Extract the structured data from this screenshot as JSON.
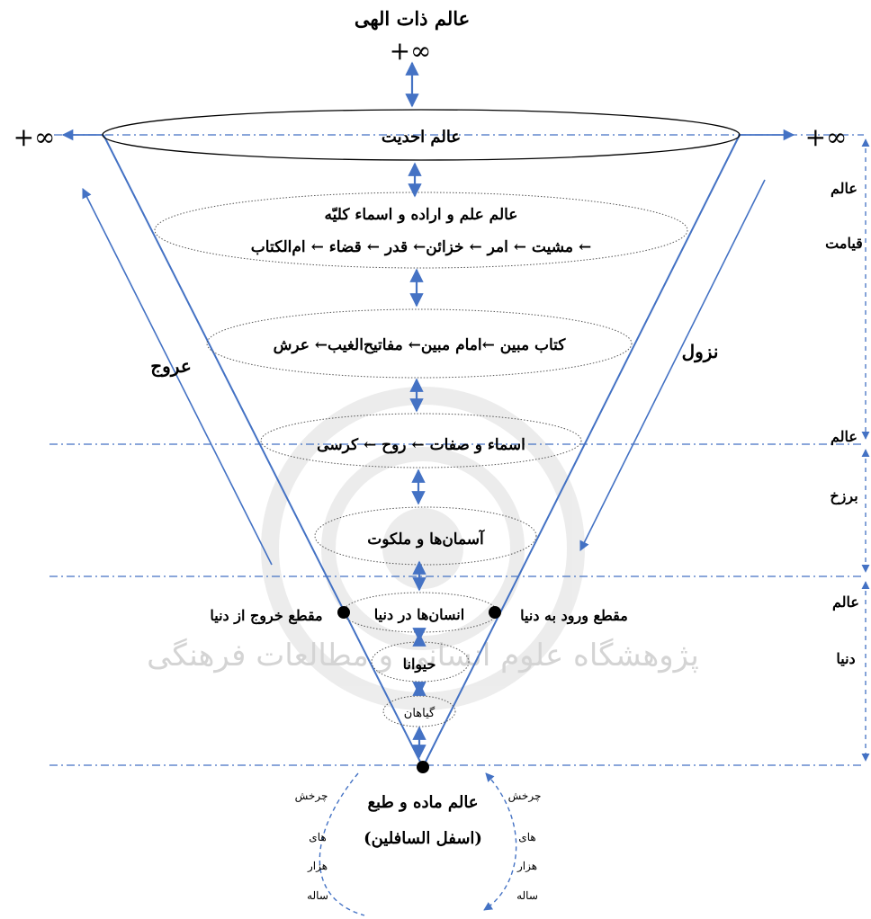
{
  "top": {
    "title": "عالم ذات الهی",
    "infinity": "+∞"
  },
  "ends": {
    "left_inf": "+∞",
    "right_inf": "+∞"
  },
  "levels": {
    "ahadiyat": "عالم احدیت",
    "elm_title": "عالم علم و اراده و اسماء کلیّه",
    "elm_chain": "مشیت ← امر ← خزائن←  قدر ← قضاء ← ام‌الکتاب ←",
    "ketab": "کتاب مبین ←امام مبین← مفاتیح‌الغیب← عرش",
    "asma": "اسماء و صفات ← روح ← کرسی",
    "asmanha": "آسمان‌ها و ملکوت",
    "ensanha": "انسان‌ها در دنیا",
    "heyvana": "حیوانا",
    "giahan": "گیاهان"
  },
  "paths": {
    "oruj": "عروج",
    "nozul": "نزول"
  },
  "points": {
    "entry": "مقطع ورود به دنیا",
    "exit": "مقطع خروج از دنیا"
  },
  "zones": {
    "qiyamat": [
      "عالم",
      "قیامت"
    ],
    "barzakh": [
      "عالم",
      "برزخ"
    ],
    "donya": [
      "عالم",
      "دنیا"
    ]
  },
  "bottom": {
    "line1": "عالم ماده و طبع",
    "line2": "(اسفل السافلین)",
    "cycle_left": [
      "چرخش",
      "های",
      "هزار",
      "ساله"
    ],
    "cycle_right": [
      "چرخش",
      "های",
      "هزار",
      "ساله"
    ]
  },
  "watermark": "پژوهشگاه علوم انسانی و مطالعات فرهنگی",
  "colors": {
    "accent": "#4472C4",
    "line": "#000000",
    "dashed": "#808080"
  }
}
